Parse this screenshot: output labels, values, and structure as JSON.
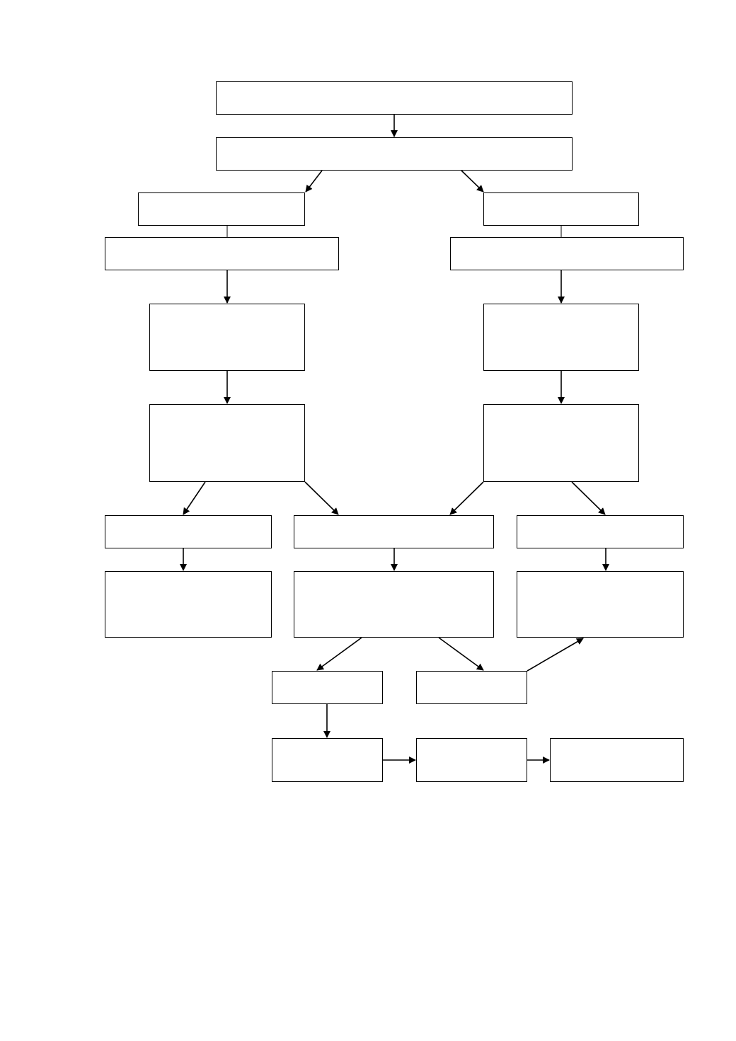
{
  "diagram": {
    "type": "flowchart",
    "line_color": "#000000",
    "box_fill": "#ffffff",
    "nodes": [
      {
        "id": "top-box",
        "label": ""
      },
      {
        "id": "second-box",
        "label": ""
      },
      {
        "id": "left-branch-box",
        "label": ""
      },
      {
        "id": "right-branch-box",
        "label": ""
      },
      {
        "id": "left-wide-box",
        "label": ""
      },
      {
        "id": "right-wide-box",
        "label": ""
      },
      {
        "id": "left-mid-box-1",
        "label": ""
      },
      {
        "id": "right-mid-box-1",
        "label": ""
      },
      {
        "id": "left-mid-box-2",
        "label": ""
      },
      {
        "id": "right-mid-box-2",
        "label": ""
      },
      {
        "id": "row-left-box",
        "label": ""
      },
      {
        "id": "row-center-box",
        "label": ""
      },
      {
        "id": "row-right-box",
        "label": ""
      },
      {
        "id": "lower-left-box",
        "label": ""
      },
      {
        "id": "lower-center-box",
        "label": ""
      },
      {
        "id": "lower-right-box",
        "label": ""
      },
      {
        "id": "small-left-box",
        "label": ""
      },
      {
        "id": "small-right-box",
        "label": ""
      },
      {
        "id": "bottom-box-1",
        "label": ""
      },
      {
        "id": "bottom-box-2",
        "label": ""
      },
      {
        "id": "bottom-box-3",
        "label": ""
      }
    ]
  }
}
